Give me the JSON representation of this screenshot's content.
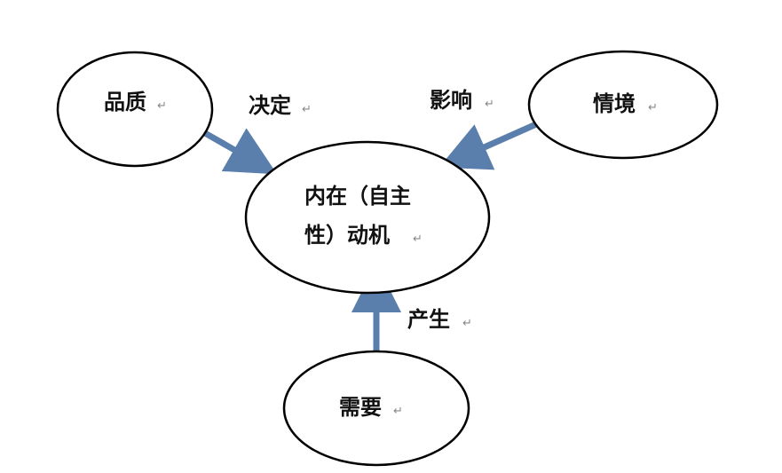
{
  "diagram": {
    "nodes": {
      "quality": "品质",
      "context": "情境",
      "motive_line1": "内在（自主",
      "motive_line2": "性）动机",
      "need": "需要"
    },
    "edges": {
      "quality_to_motive": "决定",
      "context_to_motive": "影响",
      "need_to_motive": "产生"
    },
    "paragraph_mark": "↵"
  },
  "colors": {
    "arrow": "#5b7fad",
    "outline": "#000000",
    "text": "#111111"
  }
}
